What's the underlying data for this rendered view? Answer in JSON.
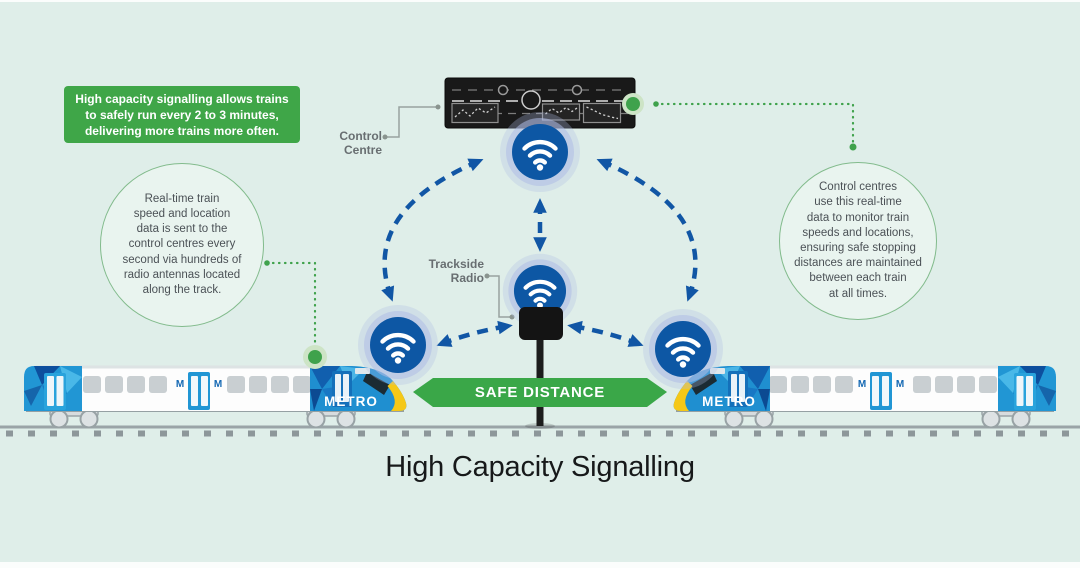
{
  "title": "High Capacity Signalling",
  "colors": {
    "background": "#dfeee9",
    "brand_green": "#3fa648",
    "banner_green": "#3aa748",
    "signal_blue": "#0d57a4",
    "arrow_blue": "#1156a5",
    "halo_blue": "#b7c3e8",
    "panel_black": "#191919",
    "label_gray": "#686e71",
    "bubble_border_green": "#82bb8c",
    "train_blue": "#2196d4",
    "track_gray": "#9aa4a7"
  },
  "callout": {
    "lines": [
      "High capacity signalling allows trains",
      "to safely run every 2 to 3 minutes,",
      "delivering more trains more often."
    ]
  },
  "bubbles": {
    "left": {
      "lines": [
        "Real-time train",
        "speed and location",
        "data is sent to the",
        "control centres every",
        "second via hundreds of",
        "radio antennas located",
        "along the track."
      ]
    },
    "right": {
      "lines": [
        "Control centres",
        "use this real-time",
        "data to monitor train",
        "speeds and locations,",
        "ensuring safe stopping",
        "distances are maintained",
        "between each train",
        "at all times."
      ]
    }
  },
  "labels": {
    "control_centre": {
      "lines": [
        "Control",
        "Centre"
      ]
    },
    "trackside_radio": {
      "lines": [
        "Trackside",
        "Radio"
      ]
    }
  },
  "banner": {
    "label": "SAFE DISTANCE"
  },
  "train": {
    "wordmark": "METRO",
    "logo_letter": "M"
  },
  "icons": {
    "wifi": "wifi-signal",
    "control_panel": "signal-control-board",
    "radio_unit": "trackside-radio-box",
    "antenna_dot": "green-antenna-dot"
  }
}
